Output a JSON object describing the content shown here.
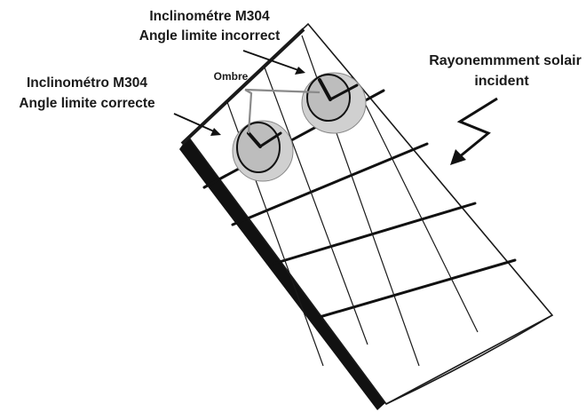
{
  "labels": {
    "incorrect_line1": "Inclinométre M304",
    "incorrect_line2": "Angle limite incorrect",
    "correct_line1": "Inclinométro M304",
    "correct_line2": "Angle limite correcte",
    "shadow": "Ombre",
    "sun_line1": "Rayonemmment solair",
    "sun_line2": "incident"
  },
  "colors": {
    "ink": "#1a1a1a",
    "panel_edge": "#111111",
    "shadow_ellipse": "#c9c9c9",
    "inclinometer_face": "#bdbdbd",
    "pointer_line": "#8a8a8a"
  }
}
